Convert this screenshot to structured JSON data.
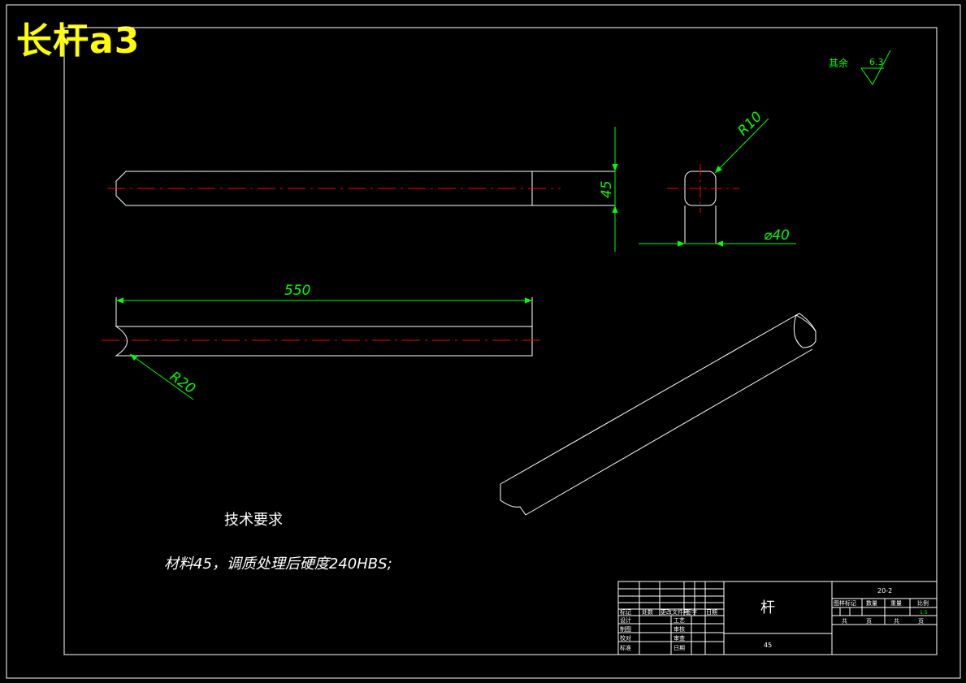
{
  "overlay_title": "长杆a3",
  "colors": {
    "background": "#000000",
    "outline": "#ffffff",
    "dimension": "#00ff00",
    "centerline": "#ff0000",
    "title_text": "#ffff00"
  },
  "roughness": {
    "prefix": "其余",
    "value": "6.3"
  },
  "dimensions": {
    "height": "45",
    "diameter": "⌀40",
    "radius_top": "R10",
    "length": "550",
    "radius_end": "R20"
  },
  "tech_requirements": {
    "heading": "技术要求",
    "line1": "材料45，调质处理后硬度240HBS;"
  },
  "title_block": {
    "part_name": "杆",
    "material": "45",
    "drawing_no": "20-2",
    "scale_value": "1:5",
    "rev_headers": [
      "标记",
      "处数",
      "更改文件号",
      "签字",
      "日期"
    ],
    "left_labels": [
      "设计",
      "制图",
      "校对",
      "标准"
    ],
    "mid_labels": [
      "工艺",
      "审核",
      "审查",
      "日期"
    ],
    "right_headers": [
      "图样标记",
      "数量",
      "重量",
      "比例"
    ],
    "sheet_labels": [
      "共",
      "页",
      "共",
      "页"
    ]
  }
}
